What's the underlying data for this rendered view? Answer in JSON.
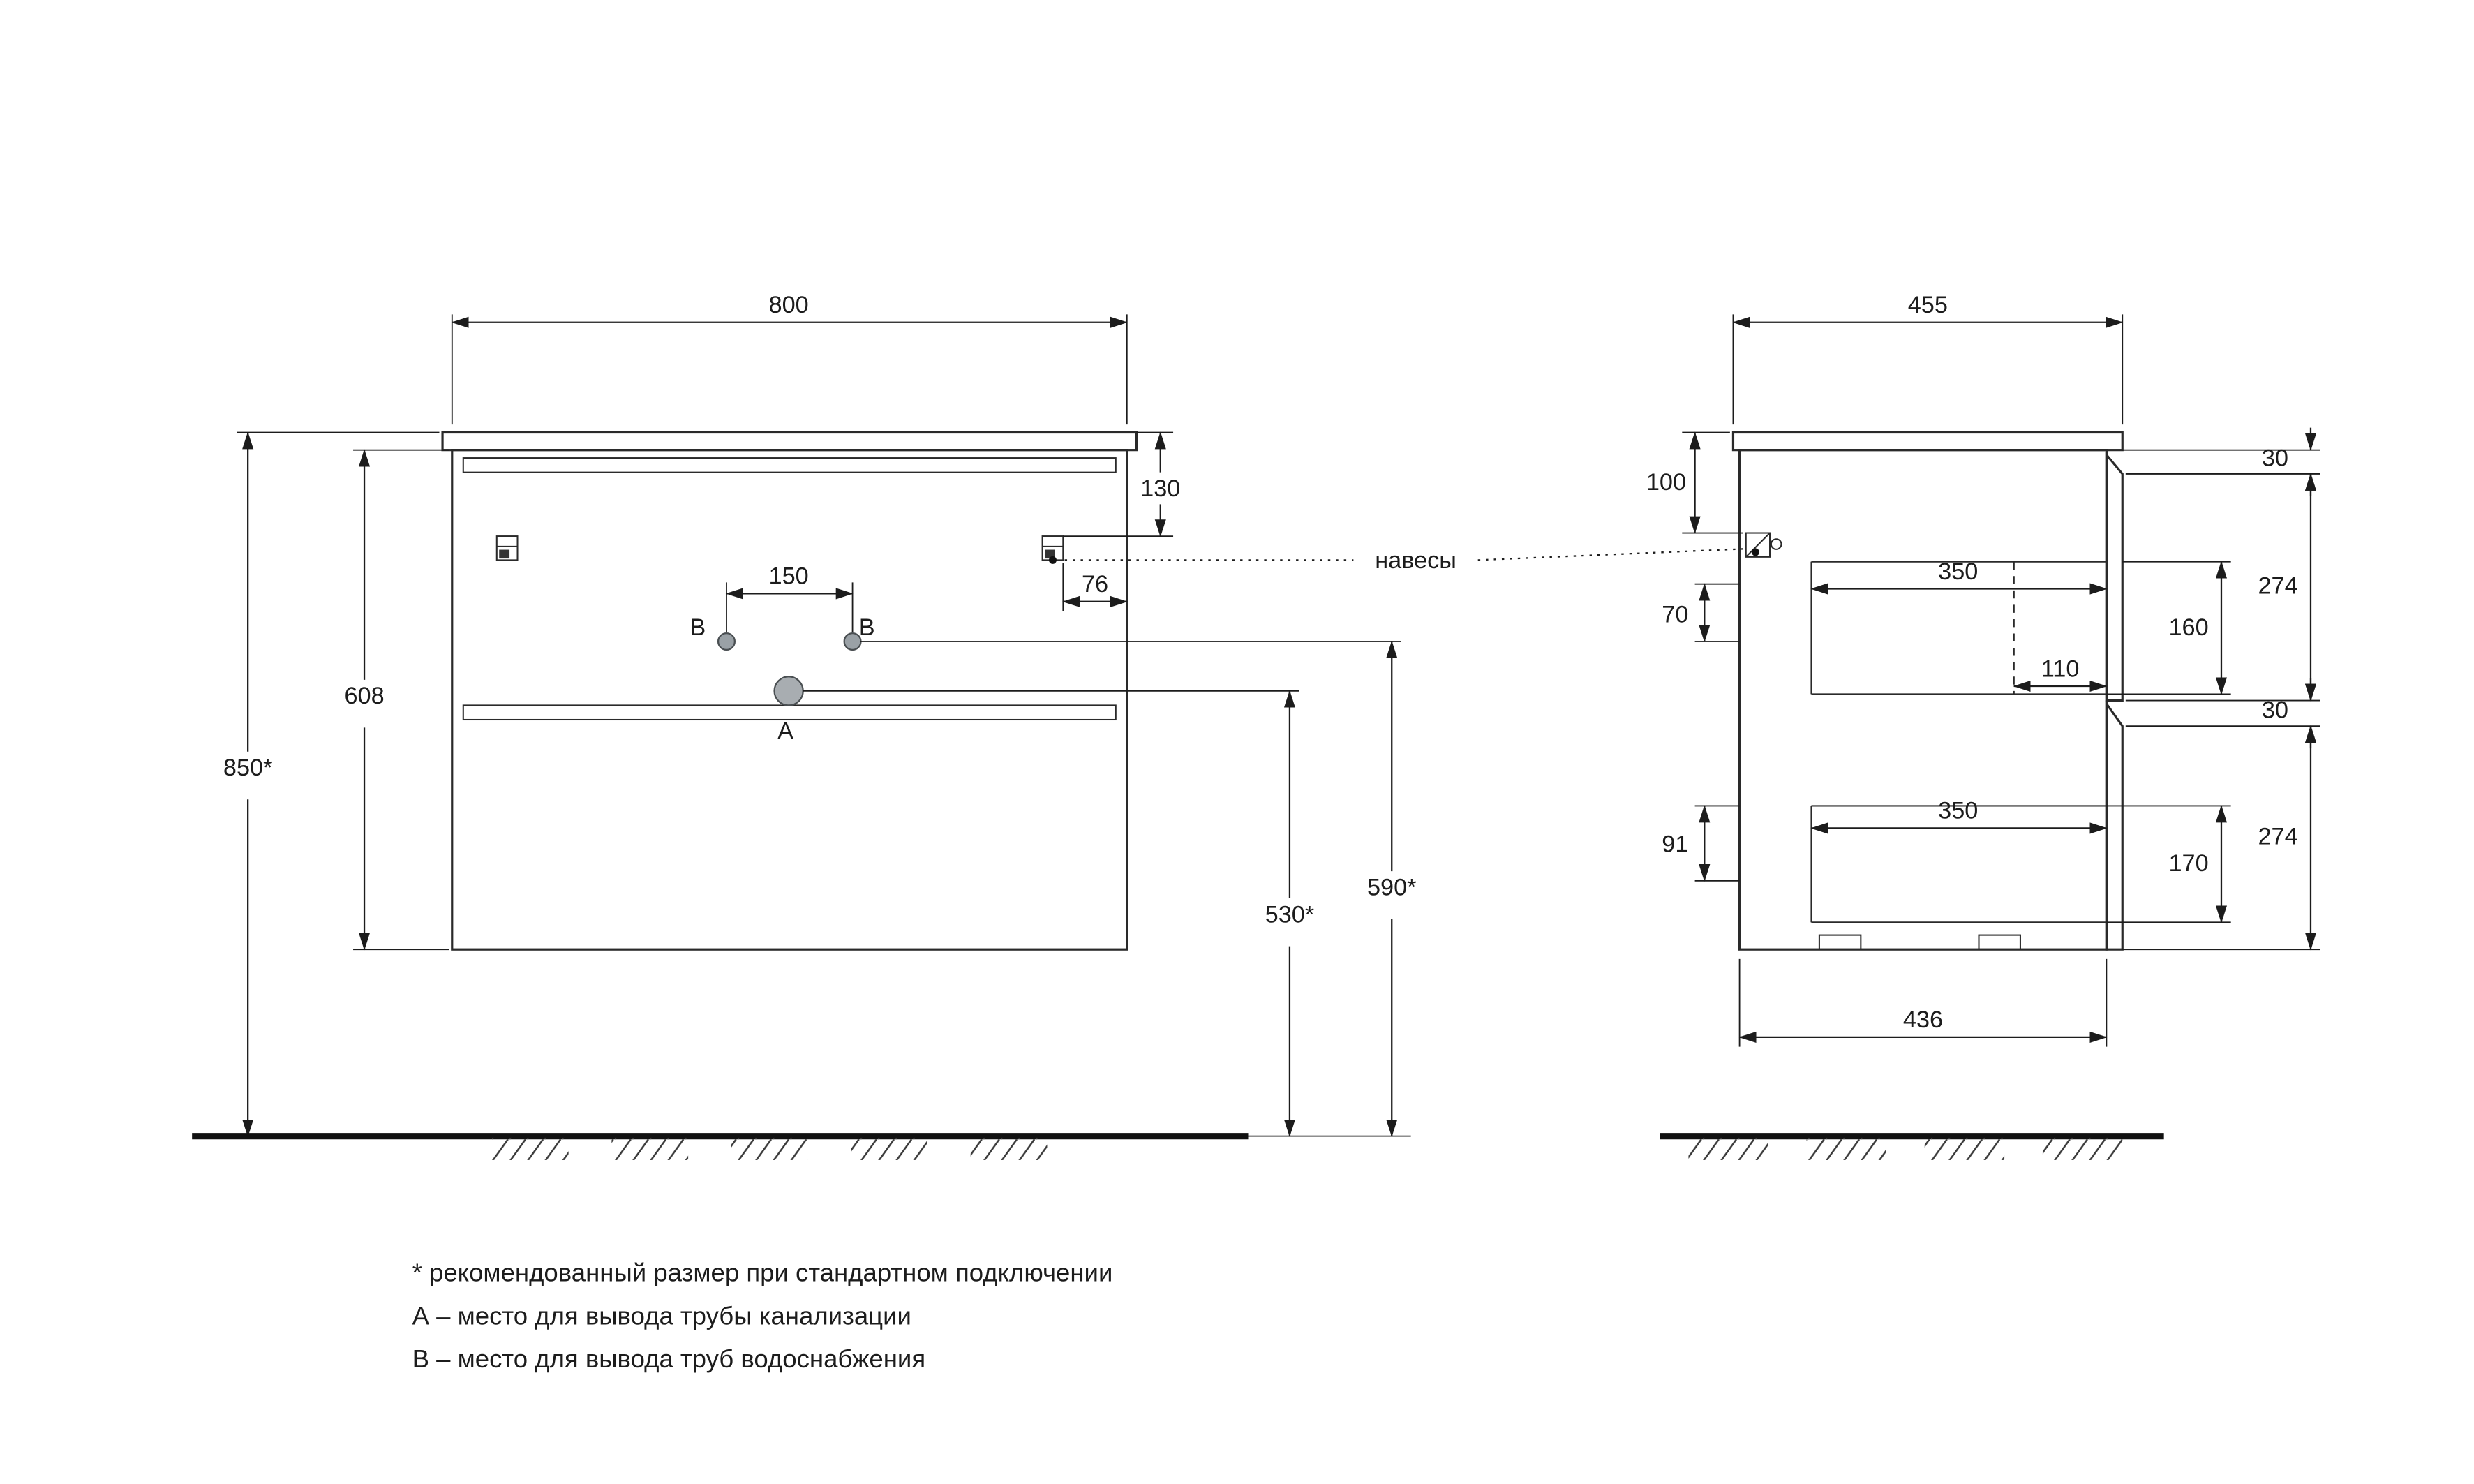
{
  "drawing": {
    "hangers_label": "навесы",
    "front_view": {
      "width": "800",
      "total_height": "850*",
      "body_height": "608",
      "top_to_hanger": "130",
      "holes_spacing": "150",
      "hanger_inset": "76",
      "supply_height": "590*",
      "drain_height": "530*",
      "label_a": "A",
      "label_b_left": "B",
      "label_b_right": "B"
    },
    "side_view": {
      "depth": "455",
      "top_offset": "100",
      "hanger_gap": "70",
      "drawer_top_depth": "350",
      "drawer_top_height": "160",
      "slot_offset": "110",
      "front_gap_top": "30",
      "front_top_height": "274",
      "drawer_bottom_depth": "350",
      "drawer_bottom_height": "170",
      "bottom_gap": "91",
      "front_gap_mid": "30",
      "front_bottom_height": "274",
      "carcass_depth": "436"
    },
    "notes": [
      "* рекомендованный размер при стандартном подключении",
      "А – место для вывода трубы канализации",
      "B – место для вывода труб водоснабжения"
    ],
    "colors": {
      "line": "#2a2a2a",
      "text": "#1c1c1c",
      "hole_fill": "#9aa1a6"
    }
  }
}
